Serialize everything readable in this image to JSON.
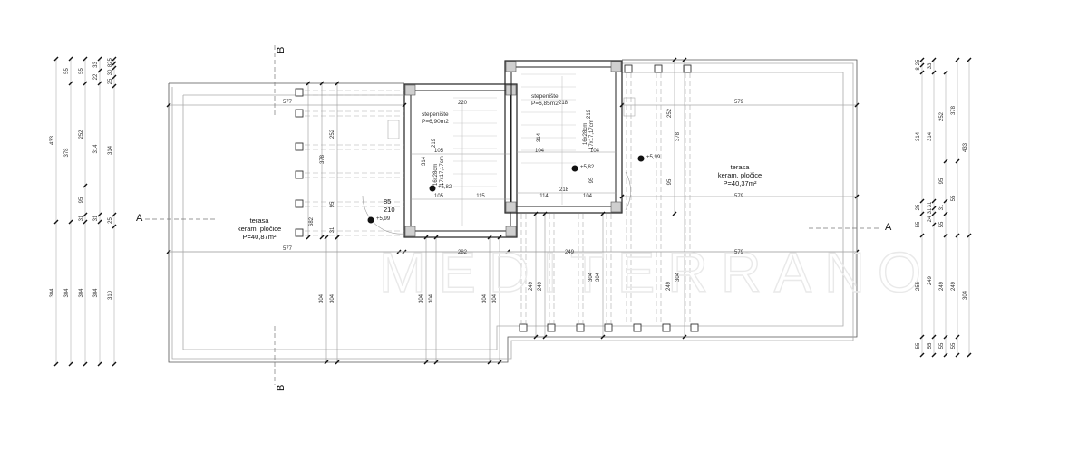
{
  "plan": {
    "rooms": [
      {
        "name": "terasa",
        "finish": "keram. pločice",
        "area": "P=40,87m²"
      },
      {
        "name": "terasa",
        "finish": "keram. pločice",
        "area": "P=40,37m²"
      }
    ],
    "stairs": [
      {
        "name": "stepenište",
        "area": "P=6,90m2",
        "tread": "16x28cm",
        "rise": "17x17,17cm"
      },
      {
        "name": "stepenište",
        "area": "P=6,85m2",
        "tread": "16x28cm",
        "rise": "17x17,17cm"
      }
    ],
    "levels": [
      "+5,99",
      "+5,82",
      "+5,82",
      "+5,99"
    ],
    "door": {
      "width": "85",
      "height": "210"
    },
    "section_marks": {
      "a": "A",
      "b": "B"
    },
    "horizontal_dims": {
      "left_top": "577",
      "left_bottom": "577",
      "right_top": "579",
      "right_mid": "579",
      "right_bottom": "579",
      "mid_left": "282",
      "mid_right": "249",
      "stair_left_top": "220",
      "stair_right_top": "218",
      "stair_left_a": "105",
      "stair_left_b": "105",
      "stair_left_c": "115",
      "stair_right_a": "104",
      "stair_right_b": "104",
      "stair_right_c": "114",
      "stair_right_d": "104",
      "stair_right_e": "218"
    },
    "inner_vertical_dims": {
      "left_252": "252",
      "left_378": "378",
      "left_95": "95",
      "left_31": "31",
      "left_682": "682",
      "left_304a": "304",
      "left_304b": "304",
      "left_304c": "304",
      "left_304d": "304",
      "left_304e": "304",
      "left_304f": "304",
      "mid_249a": "249",
      "mid_249b": "249",
      "mid_304a": "304",
      "mid_304b": "304",
      "mid_249c": "249",
      "right_252": "252",
      "right_378": "378",
      "right_95": "95",
      "right_304": "304",
      "stair_219a": "219",
      "stair_314a": "314",
      "stair_219b": "219",
      "stair_314b": "314",
      "stair_95": "95"
    },
    "left_dim_strings": [
      [
        "433",
        "304"
      ],
      [
        "55",
        "378",
        "304"
      ],
      [
        "55",
        "252",
        "95",
        "31",
        "304"
      ],
      [
        "33",
        "22",
        "314",
        "31",
        "304"
      ],
      [
        "25",
        "8",
        "30",
        "25",
        "314",
        "25",
        "310"
      ]
    ],
    "right_dim_strings": [
      [
        "25",
        "8",
        "314",
        "25",
        "55",
        "255",
        "55"
      ],
      [
        "33",
        "314",
        "31",
        "31",
        "24",
        "249",
        "55"
      ],
      [
        "252",
        "95",
        "31",
        "55",
        "249",
        "55"
      ],
      [
        "378",
        "55",
        "249",
        "55"
      ],
      [
        "433",
        "304"
      ]
    ]
  },
  "watermark": {
    "text": "MEDITERRANO"
  },
  "colors": {
    "line": "#555555",
    "light_line": "#aaaaaa",
    "wall_fill": "#cfcfcf",
    "watermark": "#e9e9e9"
  }
}
